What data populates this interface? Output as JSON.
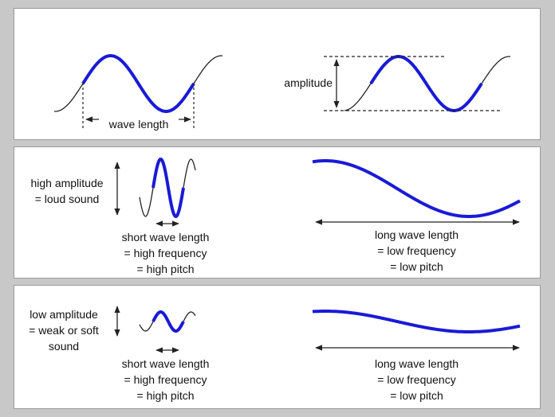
{
  "colors": {
    "frame_background": "#c8c8c8",
    "panel_background": "#ffffff",
    "panel_border": "#9a9a9a",
    "wave_highlight": "#1a1ad6",
    "wave_base": "#222222",
    "arrow": "#222222"
  },
  "top_panel": {
    "wave_length_label": "wave length",
    "amplitude_label": "amplitude"
  },
  "middle_panel": {
    "amplitude_label": [
      "high amplitude",
      "= loud sound"
    ],
    "short_wave_label": [
      "short wave length",
      "= high frequency",
      "= high pitch"
    ],
    "long_wave_label": [
      "long wave length",
      "= low frequency",
      "= low pitch"
    ]
  },
  "bottom_panel": {
    "amplitude_label": [
      "low amplitude",
      "= weak or soft",
      "sound"
    ],
    "short_wave_label": [
      "short wave length",
      "= high frequency",
      "= high pitch"
    ],
    "long_wave_label": [
      "long wave length",
      "= low frequency",
      "= low pitch"
    ]
  }
}
